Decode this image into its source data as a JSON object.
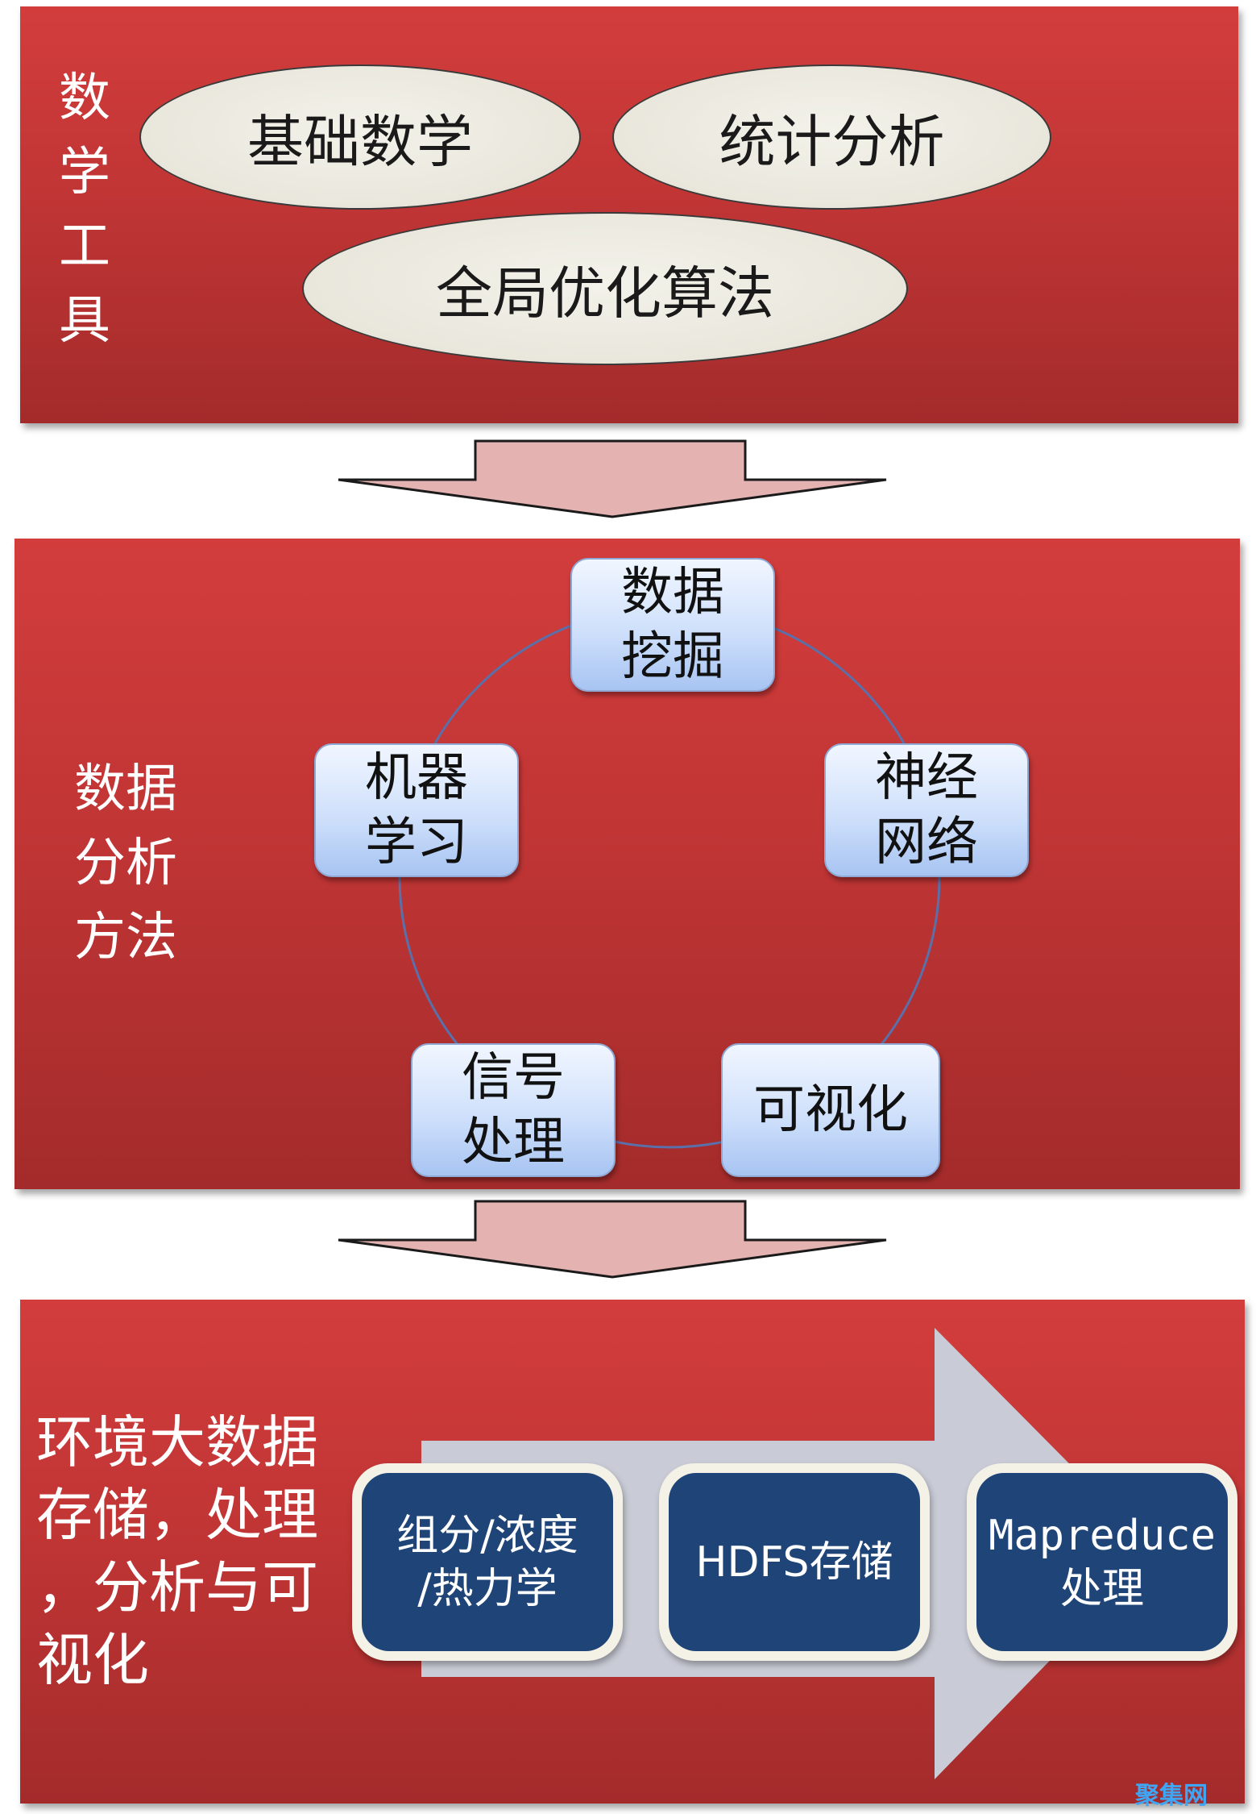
{
  "panel1": {
    "side_label": [
      "数",
      "学",
      "工",
      "具"
    ],
    "ellipses": [
      "基础数学",
      "统计分析",
      "全局优化算法"
    ]
  },
  "panel2": {
    "side_label": [
      "数据",
      "分析",
      "方法"
    ],
    "nodes": [
      {
        "lines": [
          "数据",
          "挖掘"
        ]
      },
      {
        "lines": [
          "神经",
          "网络"
        ]
      },
      {
        "lines": [
          "可视化"
        ]
      },
      {
        "lines": [
          "信号",
          "处理"
        ]
      },
      {
        "lines": [
          "机器",
          "学习"
        ]
      }
    ]
  },
  "panel3": {
    "label_lines": [
      "环境大数据",
      "存储，处理",
      "，分析与可",
      "视化"
    ],
    "boxes": [
      {
        "lines": [
          "组分/浓度",
          "/热力学"
        ]
      },
      {
        "lines": [
          "HDFS存储"
        ]
      },
      {
        "lines": [
          "Mapreduce",
          "处理"
        ]
      }
    ]
  },
  "watermark": "聚集网",
  "colors": {
    "panel_red": "#c13535",
    "arrow_fill": "#e3b2b1",
    "node_blue": "#cfe0fb",
    "box_navy": "#1f4477",
    "flow_arrow_gray": "#c9cbd6"
  }
}
